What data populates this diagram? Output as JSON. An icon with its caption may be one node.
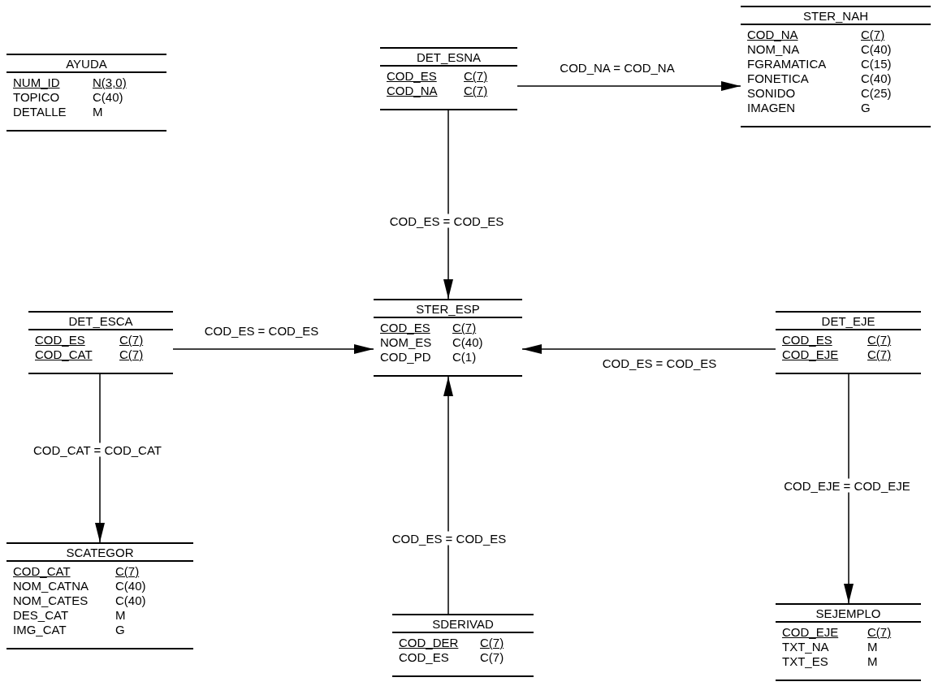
{
  "diagram": {
    "nodes": [
      {
        "text": [
          "AYUDA",
          "NUM_ID",
          "N(3,0)",
          "TOPICO",
          "C(40)",
          "DETALLE",
          "M"
        ]
      },
      {
        "text": [
          "DET_ESNA",
          "COD_ES",
          "C(7)",
          "COD_NA",
          "C(7)"
        ]
      },
      {
        "text": [
          "STER_NAH",
          "COD_NA",
          "C(7)",
          "NOM_NA",
          "C(40)",
          "FGRAMATICA",
          "C(15)",
          "FONETICA",
          "C(40)",
          "SONIDO",
          "C(25)",
          "IMAGEN",
          "G"
        ]
      },
      {
        "text": [
          "DET_ESCA",
          "COD_ES",
          "C(7)",
          "COD_CAT",
          "C(7)"
        ]
      },
      {
        "text": [
          "STER_ESP",
          "COD_ES",
          "C(7)",
          "NOM_ES",
          "C(40)",
          "COD_PD",
          "C(1)"
        ]
      },
      {
        "text": [
          "DET_EJE",
          "COD_ES",
          "C(7)",
          "COD_EJE",
          "C(7)"
        ]
      },
      {
        "text": [
          "SCATEGOR",
          "COD_CAT",
          "C(7)",
          "NOM_CATNA",
          "C(40)",
          "NOM_CATES",
          "C(40)",
          "DES_CAT",
          "M",
          "IMG_CAT",
          "G"
        ]
      },
      {
        "text": [
          "SDERIVAD",
          "COD_DER",
          "C(7)",
          "COD_ES",
          "C(7)"
        ]
      },
      {
        "text": [
          "SEJEMPLO",
          "COD_EJE",
          "C(7)",
          "TXT_NA",
          "M",
          "TXT_ES",
          "M"
        ]
      }
    ],
    "edges": [
      {
        "from": 1,
        "to": 2,
        "arrow": "to",
        "label": "COD_NA = COD_NA"
      },
      {
        "from": 1,
        "to": 4,
        "arrow": "to",
        "label": "COD_ES = COD_ES"
      },
      {
        "from": 3,
        "to": 4,
        "arrow": "to",
        "label": "COD_ES = COD_ES"
      },
      {
        "from": 5,
        "to": 4,
        "arrow": "to",
        "label": "COD_ES = COD_ES"
      },
      {
        "from": 3,
        "to": 6,
        "arrow": "to",
        "label": "COD_CAT = COD_CAT"
      },
      {
        "from": 7,
        "to": 4,
        "arrow": "to",
        "label": "COD_ES = COD_ES"
      },
      {
        "from": 5,
        "to": 8,
        "arrow": "to",
        "label": "COD_EJE = COD_EJE"
      }
    ]
  }
}
